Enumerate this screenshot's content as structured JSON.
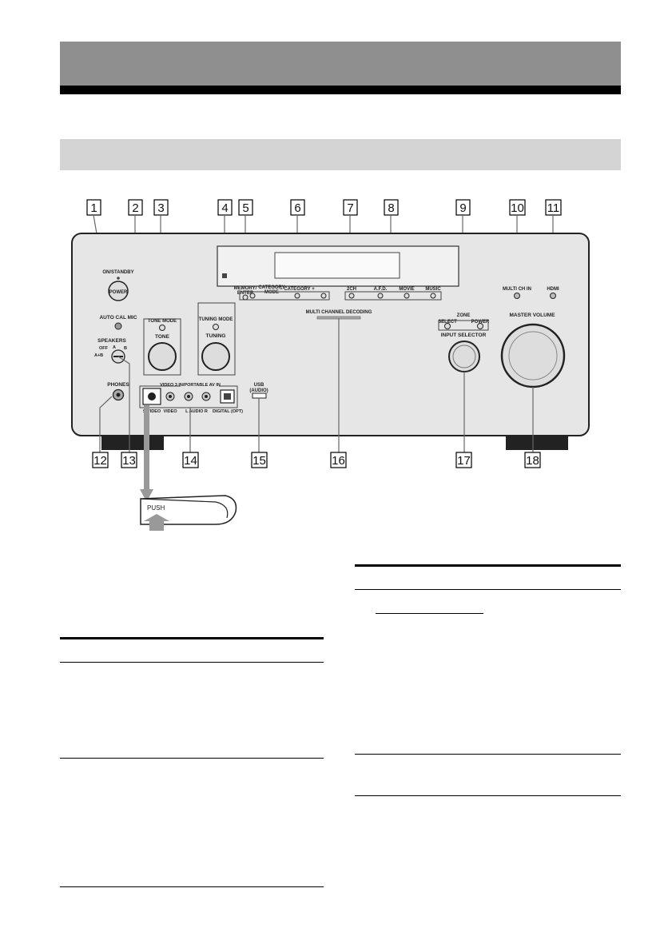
{
  "callouts": [
    "1",
    "2",
    "3",
    "4",
    "5",
    "6",
    "7",
    "8",
    "9",
    "10",
    "11",
    "12",
    "13",
    "14",
    "15",
    "16",
    "17",
    "18"
  ],
  "panel": {
    "on_standby": "ON/STANDBY",
    "power": "POWER",
    "auto_cal_mic": "AUTO CAL MIC",
    "speakers": "SPEAKERS",
    "speakers_off": "OFF",
    "speakers_a": "A",
    "speakers_b": "B",
    "speakers_ab": "A+B",
    "tone_mode": "TONE MODE",
    "tone": "TONE",
    "memory_enter": "MEMORY/",
    "memory_enter2": "ENTER",
    "tuning_mode": "TUNING MODE",
    "tuning": "TUNING",
    "category_mode": "CATEGORY",
    "category_mode2": "MODE",
    "category": "– CATEGORY +",
    "mode_2ch": "2CH",
    "mode_afd": "A.F.D.",
    "mode_movie": "MOVIE",
    "mode_music": "MUSIC",
    "multi_ch_in": "MULTI CH IN",
    "hdmi": "HDMI",
    "multi_channel_decoding": "MULTI CHANNEL DECODING",
    "zone": "ZONE",
    "zone_select": "SELECT",
    "zone_power": "POWER",
    "input_selector": "INPUT SELECTOR",
    "master_volume": "MASTER VOLUME",
    "phones": "PHONES",
    "video3": "VIDEO 3 IN/PORTABLE AV IN",
    "s_video": "S VIDEO",
    "video": "VIDEO",
    "audio_lr": "L  AUDIO  R",
    "digital_opt": "DIGITAL (OPT)",
    "usb": "USB",
    "usb_audio": "(AUDIO)"
  },
  "cover": {
    "push": "PUSH"
  }
}
